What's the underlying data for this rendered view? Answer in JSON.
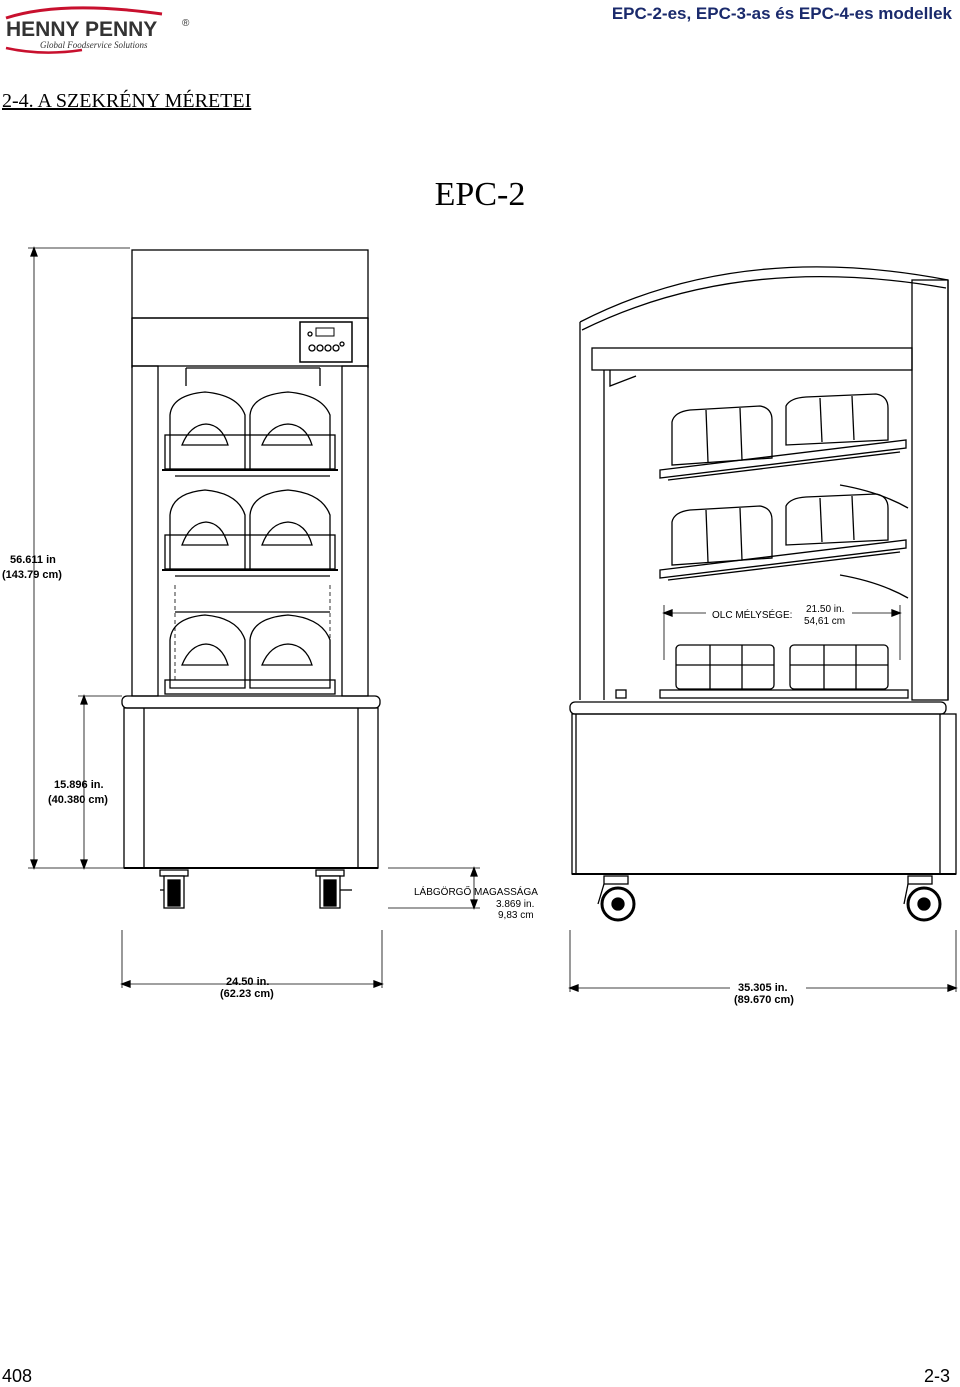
{
  "header": {
    "brand": "HENNY PENNY",
    "registered": "®",
    "tagline": "Global Foodservice Solutions",
    "document_title": "EPC-2-es, EPC-3-as és EPC-4-es modellek"
  },
  "section": {
    "heading": "2-4.   A SZEKRÉNY MÉRETEI",
    "model": "EPC-2"
  },
  "dimensions": {
    "total_height_in": "56.611 in",
    "total_height_cm": "(143.79 cm)",
    "base_height_in": "15.896 in.",
    "base_height_cm": "(40.380 cm)",
    "width_in": "24.50 in.",
    "width_cm": "(62.23 cm)",
    "depth_in": "35.305 in.",
    "depth_cm": "(89.670 cm)",
    "shelf_depth_label": "OLC MÉLYSÉGE:",
    "shelf_depth_in": "21.50 in.",
    "shelf_depth_cm": "54,61 cm",
    "caster_label": "LÁBGÖRGŐ MAGASSÁGA",
    "caster_in": "3.869 in.",
    "caster_cm": "9,83 cm"
  },
  "footer": {
    "doc_number": "408",
    "page_number": "2-3"
  },
  "colors": {
    "brand_red": "#c8102e",
    "header_blue": "#1a2a6c"
  }
}
